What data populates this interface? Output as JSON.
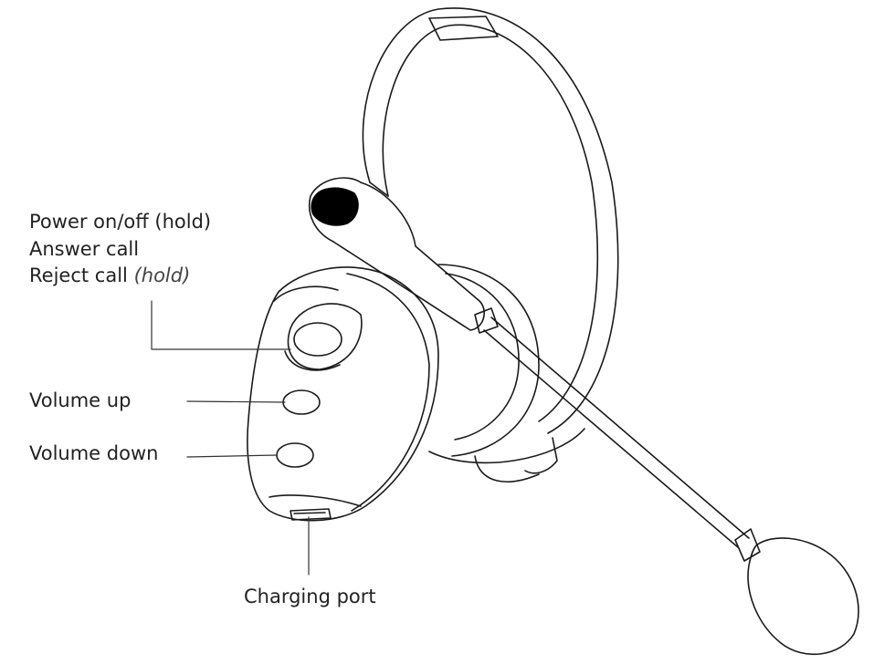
{
  "labels": {
    "power": "Power on/off (hold)",
    "answer": "Answer call",
    "reject_main": "Reject call",
    "reject_qualifier": "(hold)",
    "volume_up": "Volume up",
    "volume_down": "Volume down",
    "charging_port": "Charging port"
  },
  "colors": {
    "line": "#1a1a1a",
    "text": "#222222",
    "background": "#ffffff"
  }
}
